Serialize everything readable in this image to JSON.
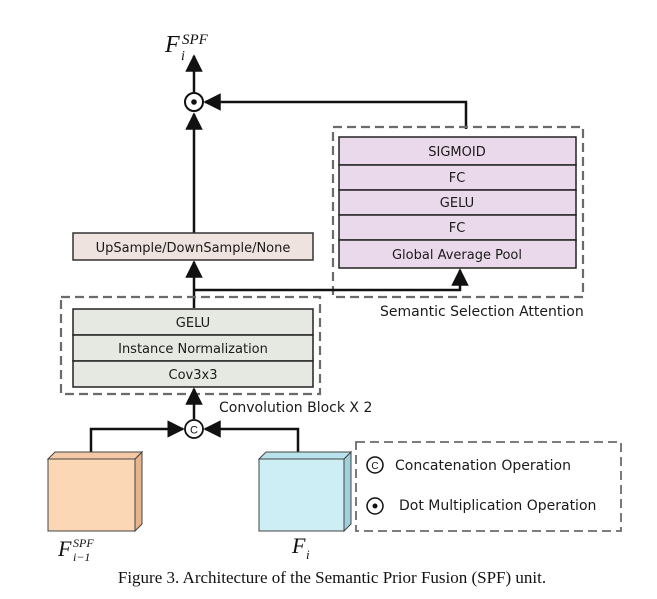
{
  "output_label": {
    "base": "F",
    "sub": "i",
    "sup": "SPF"
  },
  "attention": {
    "layers": [
      "SIGMOID",
      "FC",
      "GELU",
      "FC",
      "Global Average Pool"
    ],
    "title": "Semantic Selection Attention"
  },
  "resample_label": "UpSample/DownSample/None",
  "conv_block": {
    "layers": [
      "GELU",
      "Instance Normalization",
      "Cov3x3"
    ],
    "title": "Convolution Block   X 2"
  },
  "inputs": {
    "prev": {
      "base": "F",
      "sub": "i−1",
      "sup": "SPF"
    },
    "current": {
      "base": "F",
      "sub": "i"
    }
  },
  "legend": {
    "concat_symbol": "C",
    "concat_label": "Concatenation Operation",
    "dot_label": "Dot Multiplication Operation"
  },
  "caption": "Figure 3. Architecture of the Semantic Prior Fusion (SPF) unit.",
  "colors": {
    "attention_fill": "#ead9ea",
    "resample_fill": "#efe3df",
    "conv_fill": "#e6e9e2",
    "prev_face": "#fcd7b6",
    "prev_side": "#e6b48d",
    "curr_face": "#cdeef5",
    "curr_side": "#9fd0dc",
    "line": "#111111",
    "dash": "#6b6b6b"
  }
}
